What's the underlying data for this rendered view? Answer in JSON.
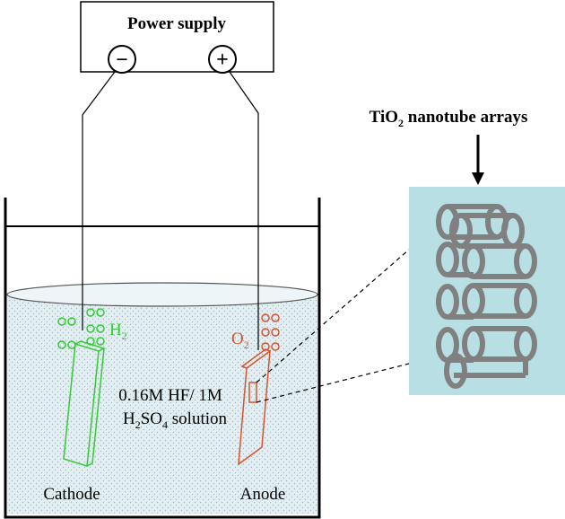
{
  "power_supply": {
    "title": "Power supply",
    "negative_symbol": "−",
    "positive_symbol": "+"
  },
  "electrodes": {
    "cathode_label": "Cathode",
    "anode_label": "Anode",
    "cathode_gas": {
      "symbol": "H",
      "subscript": "2"
    },
    "anode_gas": {
      "symbol": "O",
      "subscript": "2"
    }
  },
  "solution": {
    "line1": "0.16M HF/ 1M",
    "line2_prefix": "H",
    "line2_sub1": "2",
    "line2_mid": "SO",
    "line2_sub2": "4",
    "line2_suffix": " solution"
  },
  "inset": {
    "label_prefix": "TiO",
    "label_sub": "2",
    "label_suffix": " nanotube arrays"
  },
  "colors": {
    "cathode": "#33cc33",
    "anode": "#d9542b",
    "electrolyte": "#e2eef2",
    "inset_background": "#b8e0e4",
    "nanotube": "#808080"
  }
}
